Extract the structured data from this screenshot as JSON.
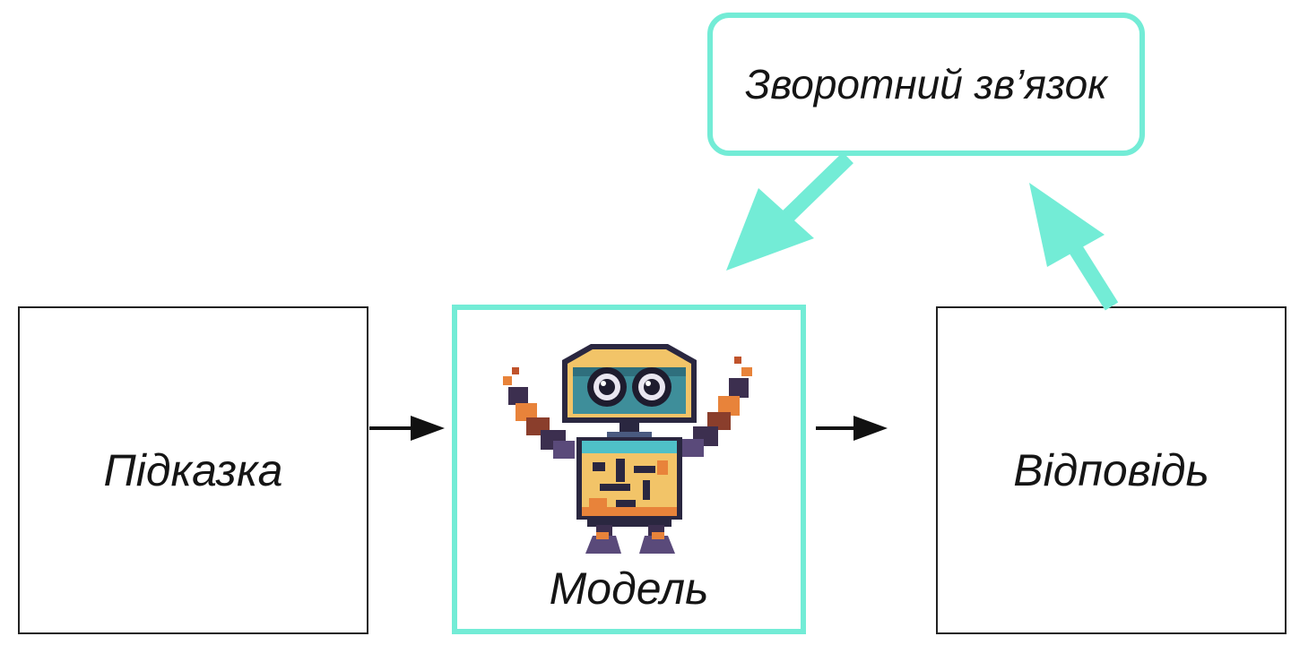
{
  "nodes": {
    "prompt": "Підказка",
    "model": "Модель",
    "response": "Відповідь",
    "feedback": "Зворотний зв’язок"
  },
  "colors": {
    "accent": "#73ECD6",
    "box_border": "#222222",
    "text": "#151515",
    "arrow": "#111111"
  },
  "icons": {
    "model_illustration": "robot-icon"
  }
}
